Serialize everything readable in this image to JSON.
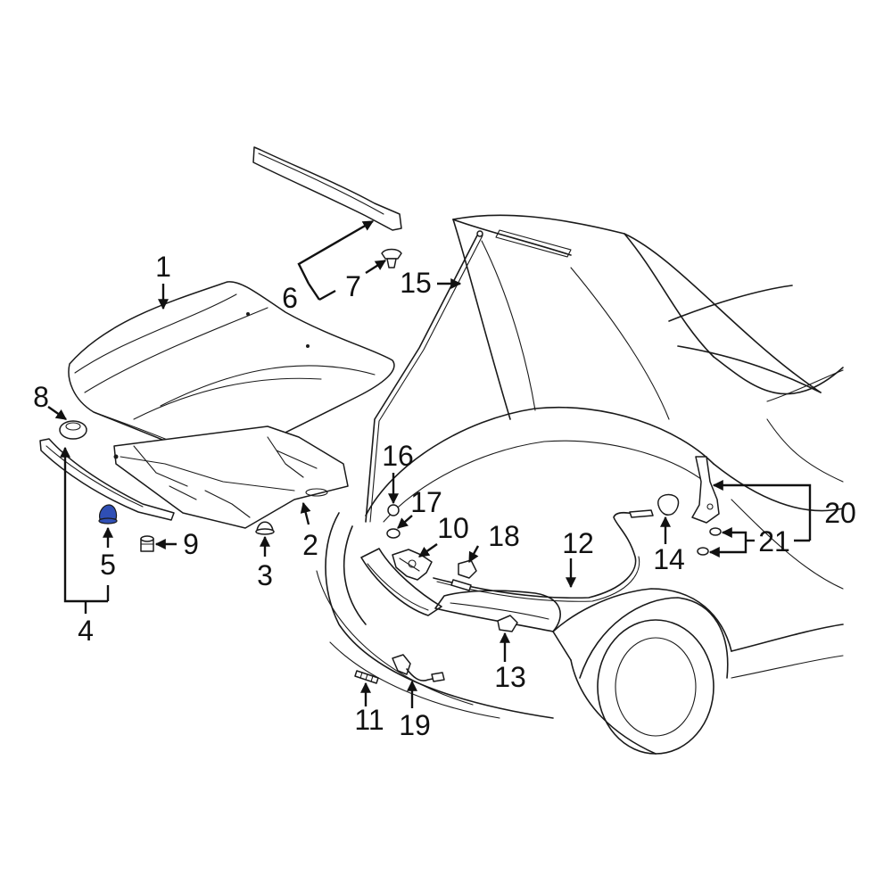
{
  "diagram": {
    "highlight_color": "#2f4fb5",
    "line_color": "#1a1a1a",
    "background": "#ffffff",
    "highlighted_part": "5",
    "callouts": {
      "c1": "1",
      "c2": "2",
      "c3": "3",
      "c4": "4",
      "c5": "5",
      "c6": "6",
      "c7": "7",
      "c8": "8",
      "c9": "9",
      "c10": "10",
      "c11": "11",
      "c12": "12",
      "c13": "13",
      "c14": "14",
      "c15": "15",
      "c16": "16",
      "c17": "17",
      "c18": "18",
      "c19": "19",
      "c20": "20",
      "c21": "21"
    }
  }
}
